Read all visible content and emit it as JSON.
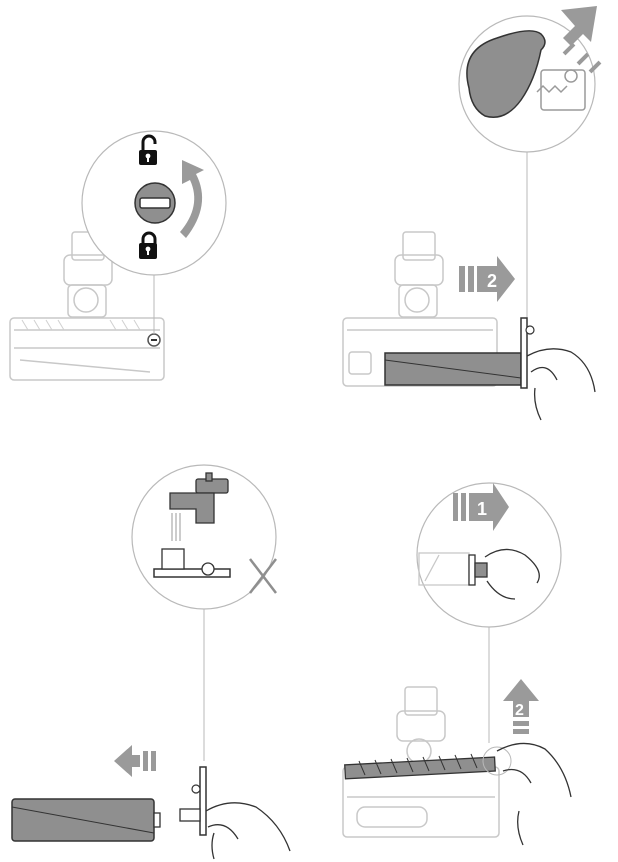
{
  "steps": [
    {
      "id": "unlock-brush-cover",
      "arrow_label": ""
    },
    {
      "id": "remove-end-cap-and-brush",
      "arrow_label": "2"
    },
    {
      "id": "rinse-brush-not-end-cap",
      "arrow_label": ""
    },
    {
      "id": "reinstall-brush",
      "arrow_labels": [
        "1",
        "2"
      ]
    }
  ],
  "colors": {
    "line": "#b9b9b9",
    "outline": "#3a3a3a",
    "dark_part": "#8f8f8f",
    "arrow": "#9a9a9a",
    "background": "#ffffff"
  }
}
